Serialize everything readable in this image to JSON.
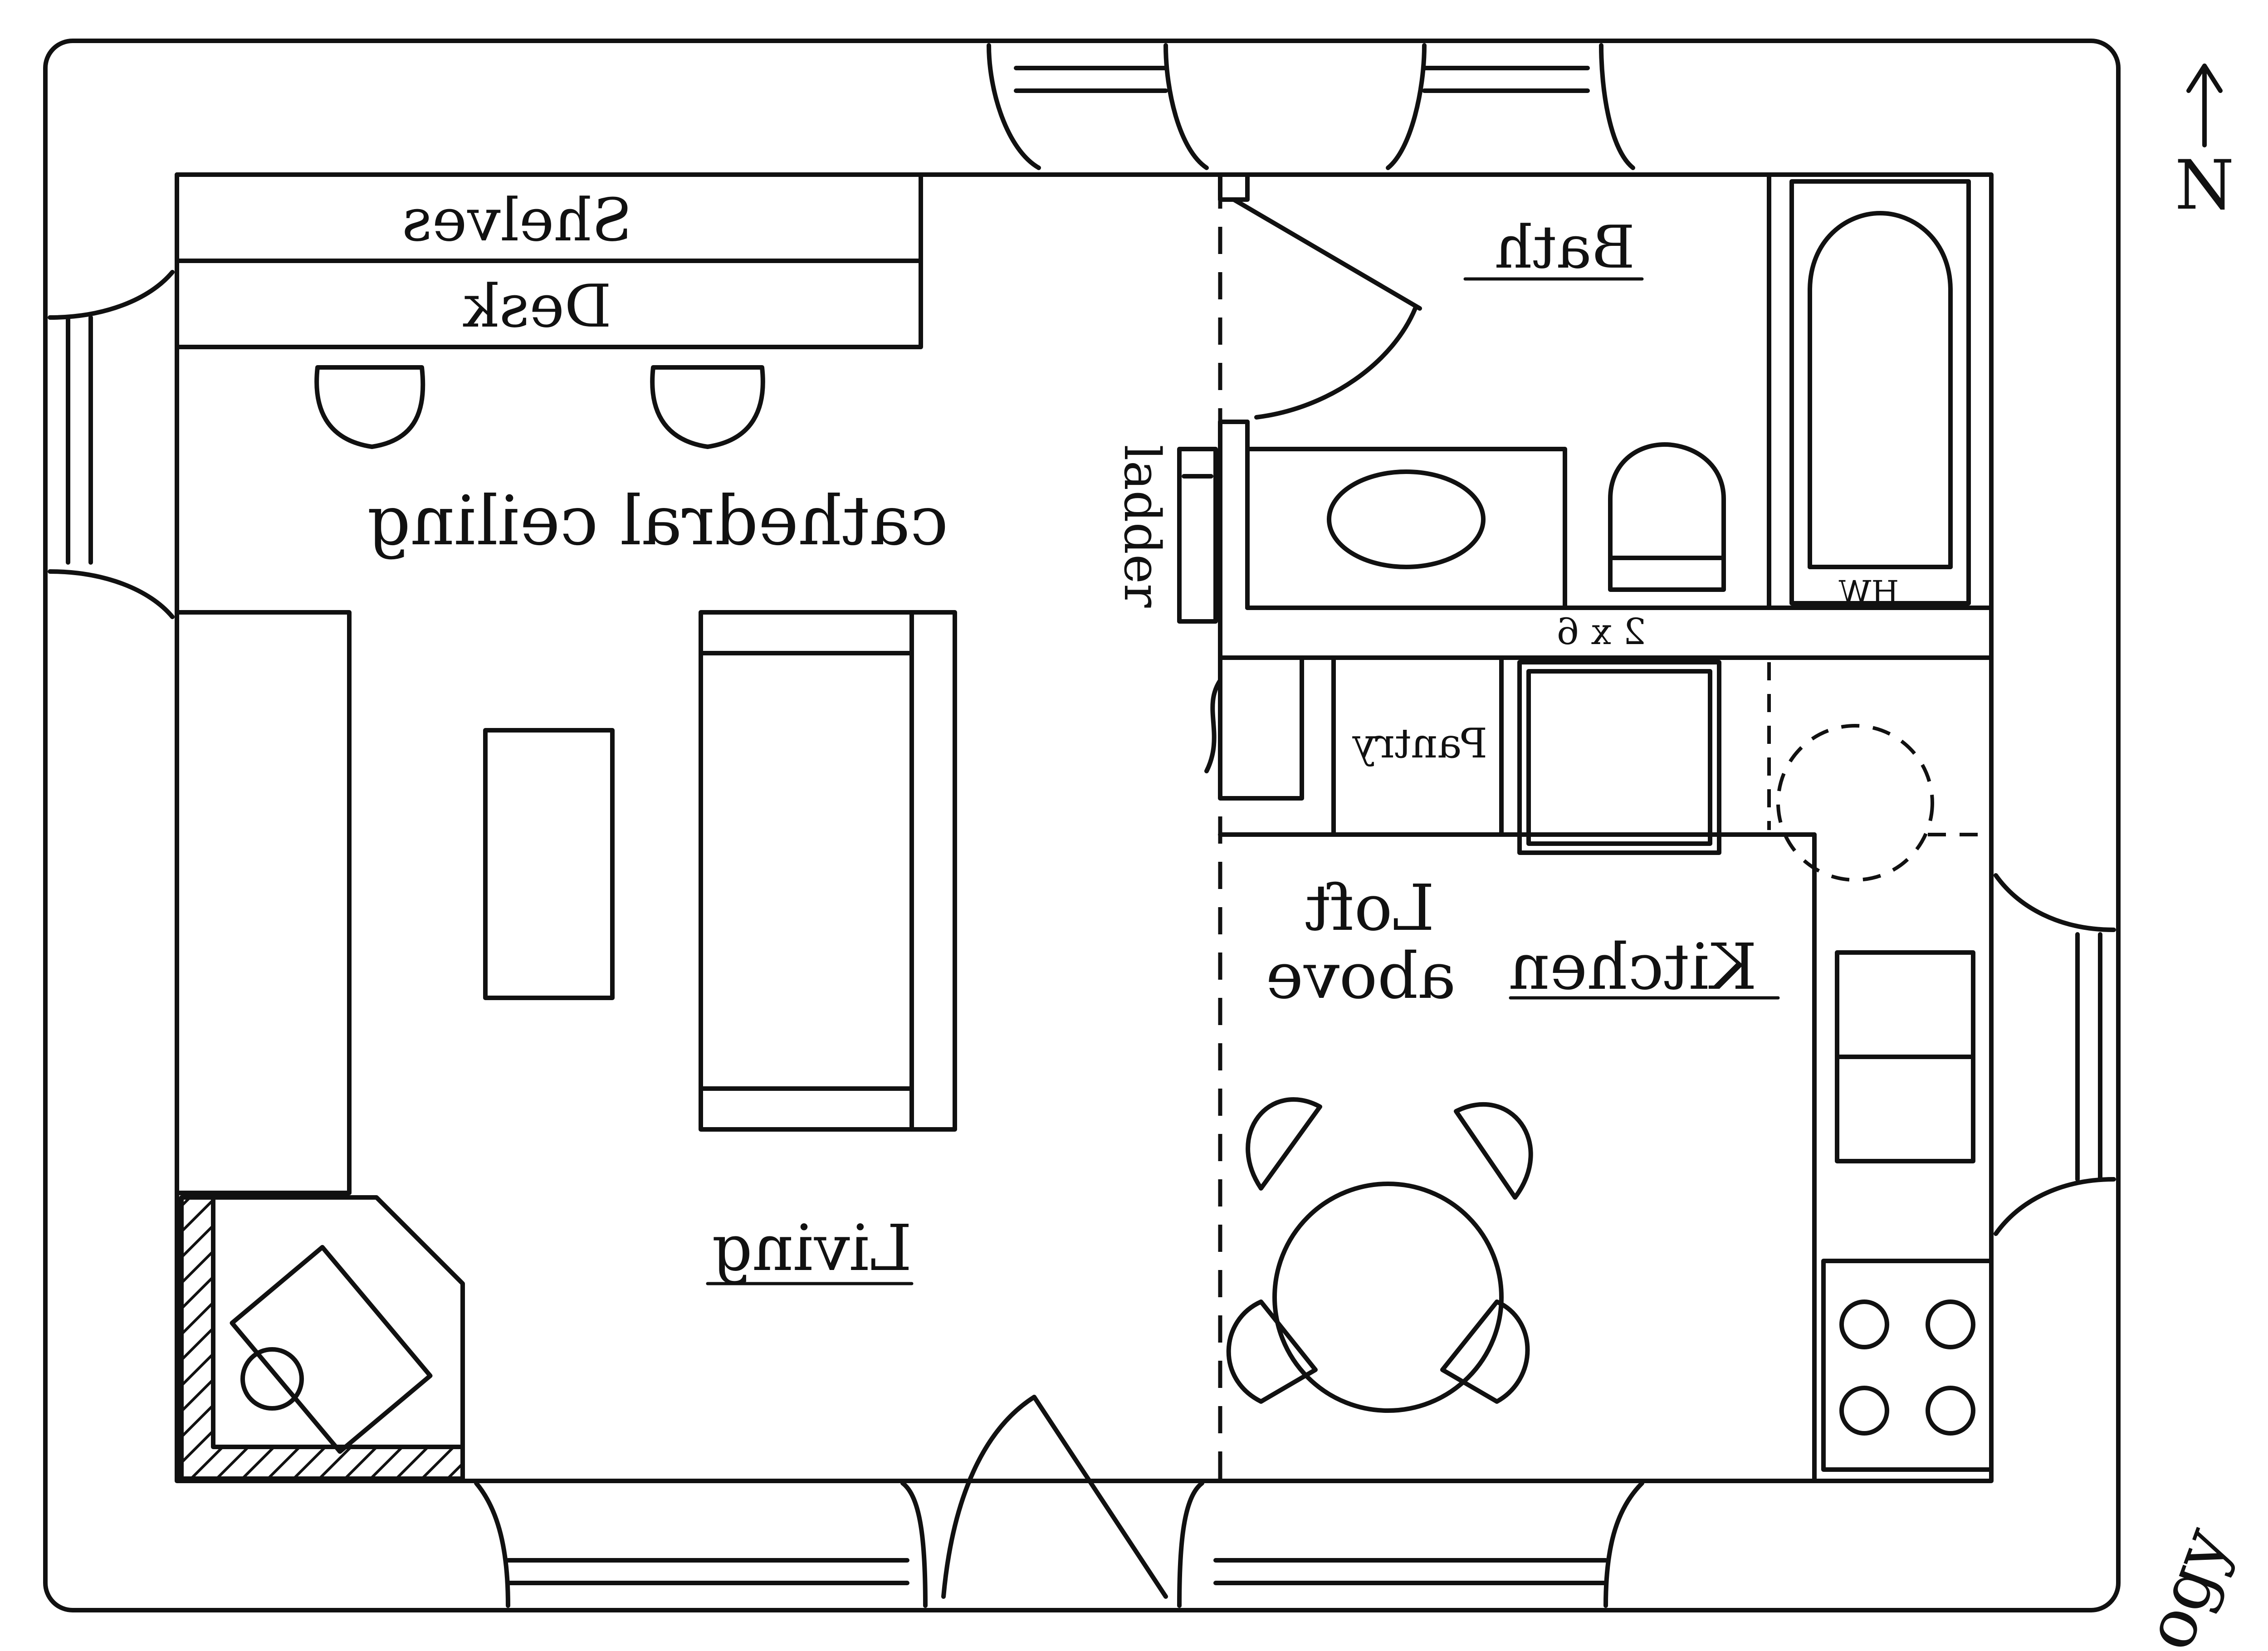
{
  "labels": {
    "shelves": "Shelves",
    "desk": "Desk",
    "ceiling": "cathedral ceiling",
    "living": "Living",
    "bath": "Bath",
    "ladder": "ladder",
    "lumber": "2 x 6",
    "pantry": "Pantry",
    "loft": "Loft",
    "above": "above",
    "kitchen": "Kitchen",
    "water_heater": "HW",
    "north": "N",
    "signature": "ogy"
  },
  "colors": {
    "ink": "#111111",
    "paper": "#ffffff"
  },
  "text_orientation": "mirrored"
}
